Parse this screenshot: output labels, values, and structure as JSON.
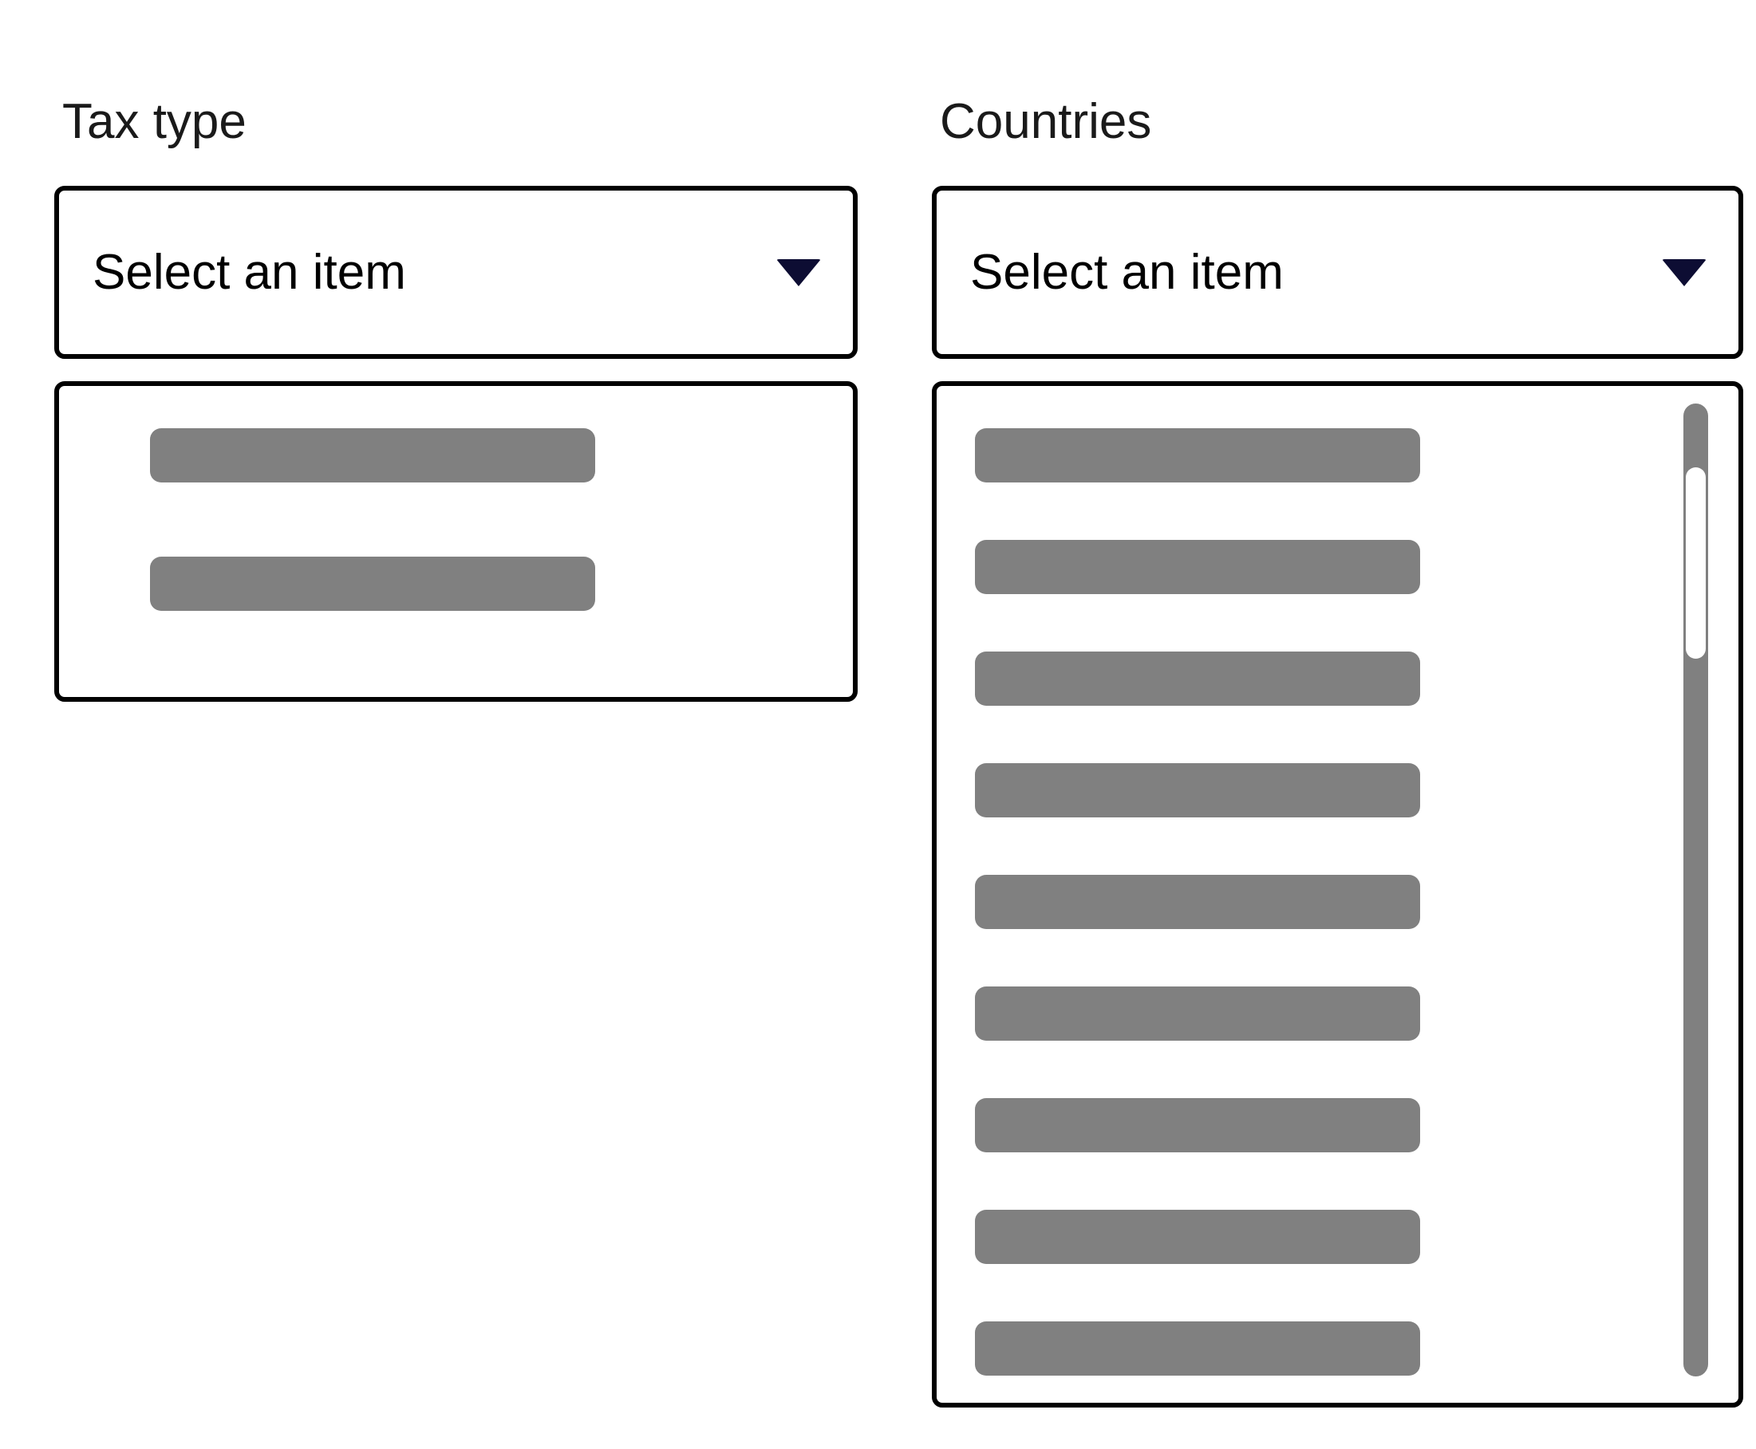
{
  "page": {
    "background_color": "#ffffff",
    "border_color": "#000000",
    "label_color": "#1a1a1a",
    "skeleton_color": "#808080",
    "caret_color": "#0d0d33",
    "scrollbar_track_color": "#808080",
    "scrollbar_thumb_color": "#ffffff"
  },
  "fields": [
    {
      "id": "tax-type",
      "label": "Tax type",
      "combobox": {
        "value": "Select an item",
        "placeholder": "Select an item",
        "caret_icon": "chevron-down-icon",
        "expanded": true
      },
      "listbox": {
        "state": "loading",
        "skeleton_item_count": 2,
        "has_scrollbar": false,
        "items": []
      }
    },
    {
      "id": "countries",
      "label": "Countries",
      "combobox": {
        "value": "Select an item",
        "placeholder": "Select an item",
        "caret_icon": "chevron-down-icon",
        "expanded": true
      },
      "listbox": {
        "state": "loading",
        "skeleton_item_count": 10,
        "has_scrollbar": true,
        "items": []
      }
    }
  ]
}
